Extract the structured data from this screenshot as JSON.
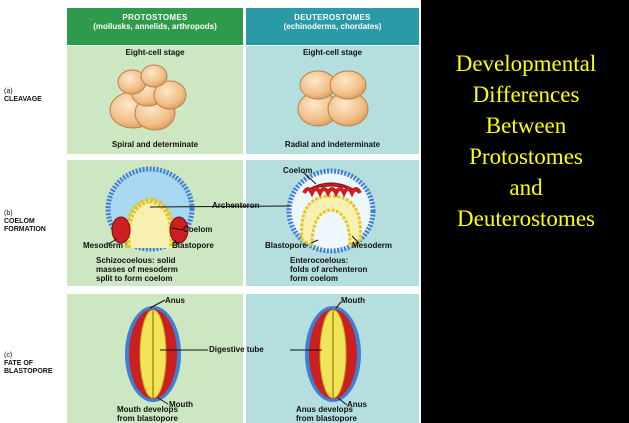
{
  "headers": {
    "proto_title": "PROTOSTOMES",
    "proto_sub": "(mollusks, annelids, arthropods)",
    "deut_title": "DEUTEROSTOMES",
    "deut_sub": "(echinoderms, chordates)"
  },
  "rows": {
    "a_letter": "(a)",
    "a_name": "CLEAVAGE",
    "b_letter": "(b)",
    "b_name1": "COELOM",
    "b_name2": "FORMATION",
    "c_letter": "(c)",
    "c_name1": "FATE OF",
    "c_name2": "BLASTOPORE"
  },
  "cleavage": {
    "stage_left": "Eight-cell stage",
    "stage_right": "Eight-cell stage",
    "caption_left": "Spiral and determinate",
    "caption_right": "Radial and indeterminate"
  },
  "coelom": {
    "coelom_top": "Coelom",
    "archenteron": "Archenteron",
    "coelom_left": "Coelom",
    "mesoderm_left": "Mesoderm",
    "blastopore_left": "Blastopore",
    "blastopore_right": "Blastopore",
    "mesoderm_right": "Mesoderm",
    "caption_left": [
      "Schizocoelous: solid",
      "masses of mesoderm",
      "split to form coelom"
    ],
    "caption_right": [
      "Enterocoelous:",
      "folds of archenteron",
      "form coelom"
    ]
  },
  "blastopore": {
    "anus_left": "Anus",
    "mouth_right": "Mouth",
    "digestive": "Digestive tube",
    "mouth_left": "Mouth",
    "anus_right": "Anus",
    "caption_left": [
      "Mouth develops",
      "from blastopore"
    ],
    "caption_right": [
      "Anus develops",
      "from blastopore"
    ]
  },
  "title_lines": [
    "Developmental",
    "Differences",
    "Between",
    "Protostomes",
    "and",
    "Deuterostomes"
  ],
  "colors": {
    "proto_header": "#2e9a4c",
    "deut_header": "#2a9aa7",
    "title_text": "#ffff00",
    "mesoderm": "#cc1f1f",
    "endoderm": "#f2e45a",
    "ectoderm": "#3d7fd6"
  }
}
